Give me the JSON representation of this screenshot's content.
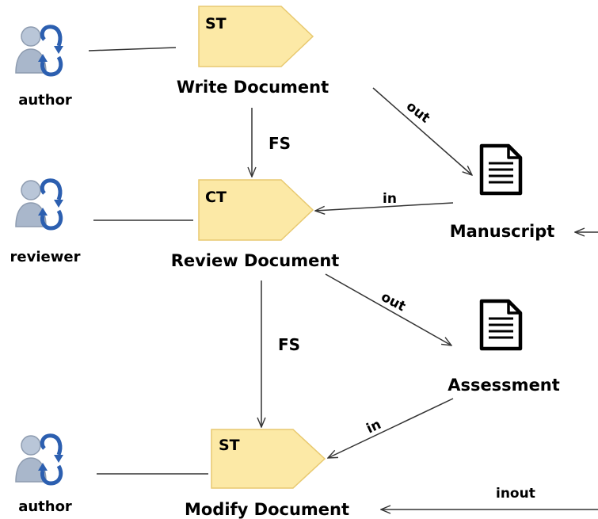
{
  "diagram": {
    "colors": {
      "task_fill": "#FCE9A6",
      "task_stroke": "#E8C970",
      "role_head": "#B9C6D8",
      "role_body": "#A9B7CB",
      "role_arrow": "#2C5FB0",
      "line": "#333333"
    },
    "roles": [
      {
        "id": "role-author-1",
        "label": "author",
        "icon": "user-cycle-icon"
      },
      {
        "id": "role-reviewer",
        "label": "reviewer",
        "icon": "user-cycle-icon"
      },
      {
        "id": "role-author-2",
        "label": "author",
        "icon": "user-cycle-icon"
      }
    ],
    "tasks": [
      {
        "id": "task-write",
        "code": "ST",
        "label": "Write Document"
      },
      {
        "id": "task-review",
        "code": "CT",
        "label": "Review Document"
      },
      {
        "id": "task-modify",
        "code": "ST",
        "label": "Modify Document"
      }
    ],
    "artifacts": [
      {
        "id": "artifact-manuscript",
        "label": "Manuscript",
        "icon": "document-icon"
      },
      {
        "id": "artifact-assessment",
        "label": "Assessment",
        "icon": "document-icon"
      }
    ],
    "edge_labels": {
      "fs_1": "FS",
      "fs_2": "FS",
      "out_1": "out",
      "in_1": "in",
      "out_2": "out",
      "in_2": "in",
      "inout": "inout"
    }
  }
}
